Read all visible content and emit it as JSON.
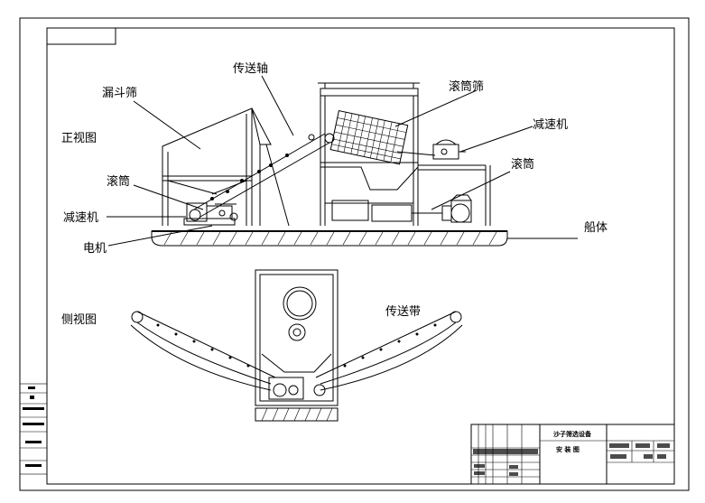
{
  "labels": {
    "front_view": "正视图",
    "side_view": "侧视图",
    "hopper_screen": "漏斗筛",
    "conveyor_shaft": "传送轴",
    "drum_screen": "滚筒筛",
    "reducer_right": "减速机",
    "drum_left": "滚筒",
    "drum_right": "滚筒",
    "reducer_left": "减速机",
    "motor": "电机",
    "hull": "船体",
    "conveyor_belt": "传送带"
  },
  "title_block": {
    "project": "沙子筛选设备",
    "drawing_title": "安 装 图"
  }
}
